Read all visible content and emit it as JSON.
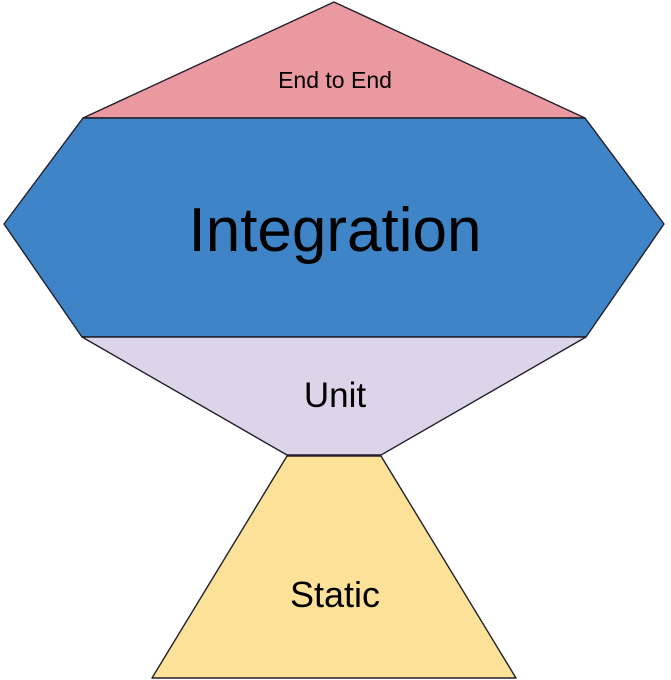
{
  "colors": {
    "end_to_end_fill": "#EA99A0",
    "integration_fill": "#3F84C6",
    "unit_fill": "#DCD5E9",
    "static_fill": "#FCE298",
    "outline": "#20202C",
    "label_text": "#000000",
    "background": "#FFFFFF"
  },
  "layers": [
    {
      "id": "end-to-end",
      "label": "End to End"
    },
    {
      "id": "integration",
      "label": "Integration"
    },
    {
      "id": "unit",
      "label": "Unit"
    },
    {
      "id": "static",
      "label": "Static"
    }
  ]
}
